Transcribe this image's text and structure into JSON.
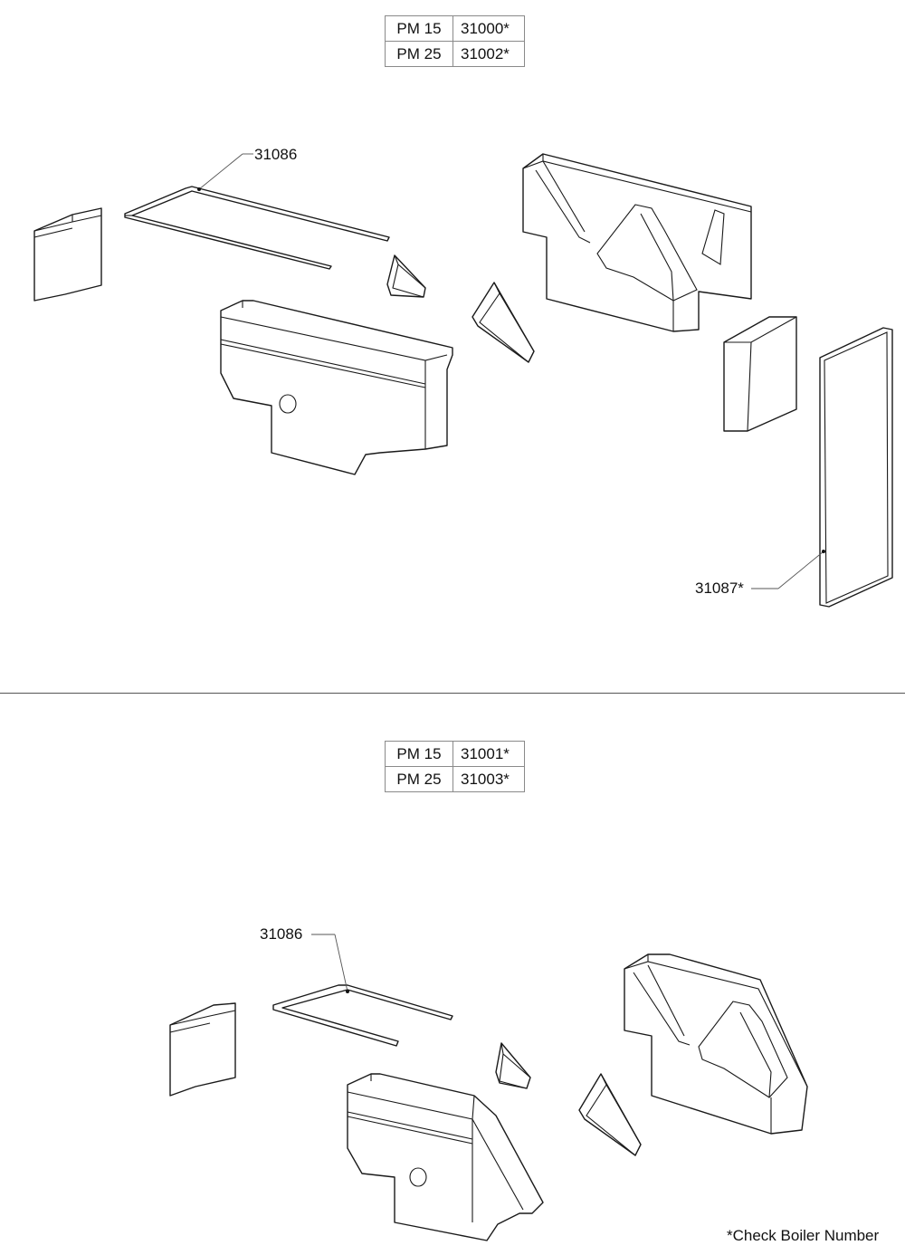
{
  "top_section": {
    "part_table": [
      {
        "model": "PM 15",
        "part": "31000*"
      },
      {
        "model": "PM 25",
        "part": "31002*"
      }
    ],
    "callouts": {
      "rod": "31086",
      "glass_gasket": "31087*"
    }
  },
  "bottom_section": {
    "part_table": [
      {
        "model": "PM 15",
        "part": "31001*"
      },
      {
        "model": "PM 25",
        "part": "31003*"
      }
    ],
    "callouts": {
      "rod": "31086"
    }
  },
  "footnote": "*Check Boiler Number"
}
